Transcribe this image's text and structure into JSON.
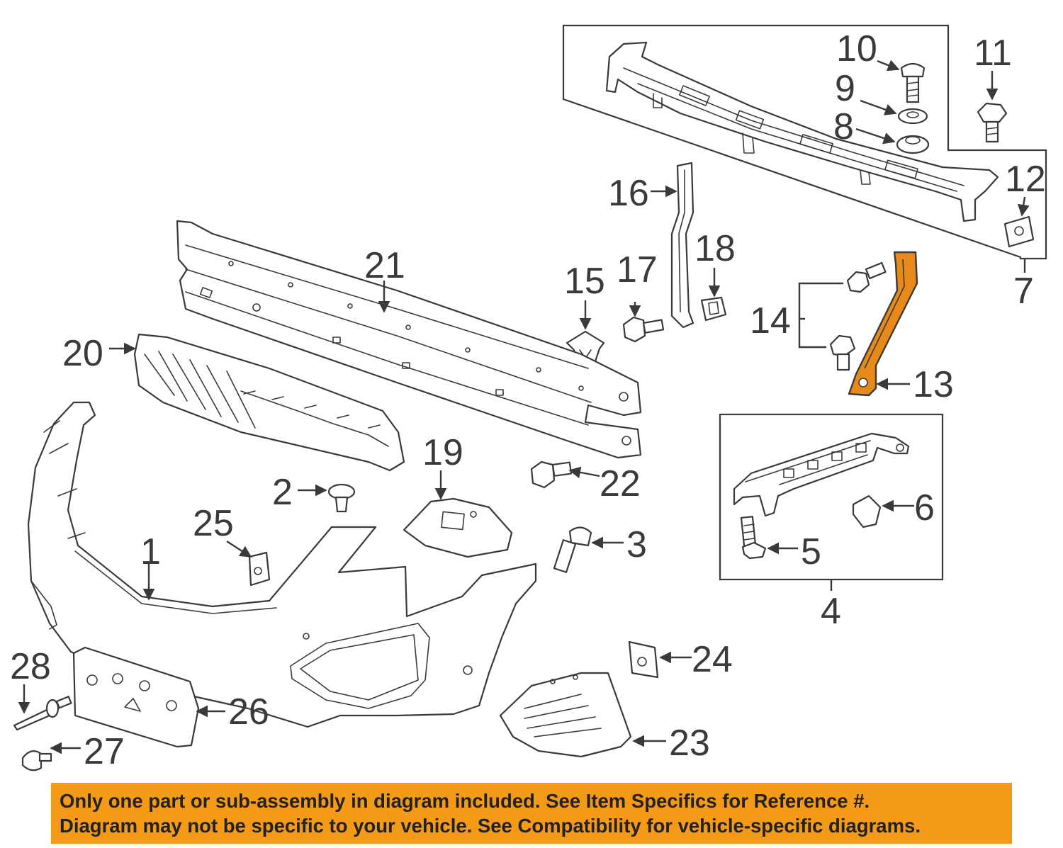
{
  "callouts": [
    {
      "label": "1"
    },
    {
      "label": "2"
    },
    {
      "label": "3"
    },
    {
      "label": "4"
    },
    {
      "label": "5"
    },
    {
      "label": "6"
    },
    {
      "label": "7"
    },
    {
      "label": "8"
    },
    {
      "label": "9"
    },
    {
      "label": "10"
    },
    {
      "label": "11"
    },
    {
      "label": "12"
    },
    {
      "label": "13",
      "highlighted": true
    },
    {
      "label": "14"
    },
    {
      "label": "15"
    },
    {
      "label": "16"
    },
    {
      "label": "17"
    },
    {
      "label": "18"
    },
    {
      "label": "19"
    },
    {
      "label": "20"
    },
    {
      "label": "21"
    },
    {
      "label": "22"
    },
    {
      "label": "23"
    },
    {
      "label": "24"
    },
    {
      "label": "25"
    },
    {
      "label": "26"
    },
    {
      "label": "27"
    },
    {
      "label": "28"
    }
  ],
  "colors": {
    "line": "#3a3a3a",
    "highlight_part": "#e88a1a",
    "notice_background": "#f59a16",
    "notice_text": "#222222"
  },
  "notice": {
    "line1": "Only one part or sub-assembly in diagram included. See Item Specifics for Reference #.",
    "line2": "Diagram may not be specific to your vehicle. See Compatibility for vehicle-specific diagrams."
  }
}
